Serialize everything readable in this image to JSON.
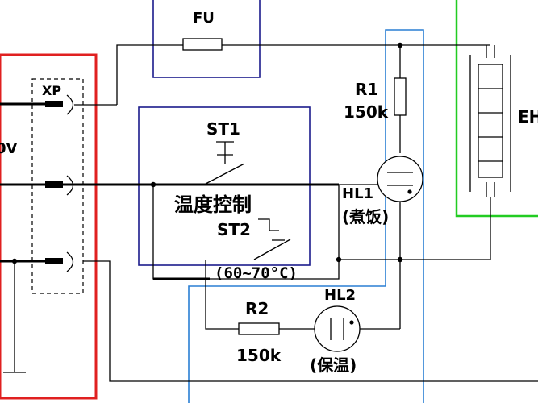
{
  "diagram": {
    "fuse_label": "FU",
    "socket_label": "XP",
    "voltage_label_partial": "0V",
    "st1_label": "ST1",
    "temp_control_label": "温度控制",
    "st2_label": "ST2",
    "st2_range": "(60~70°C)",
    "r1_label": "R1",
    "r1_value": "150k",
    "hl1_label": "HL1",
    "hl1_desc": "(煮饭)",
    "r2_label": "R2",
    "r2_value": "150k",
    "hl2_label": "HL2",
    "hl2_desc": "(保温)",
    "heater_label_partial": "EH"
  },
  "colors": {
    "red_box": "#e02020",
    "navy_box": "#1c1c8c",
    "blue_box": "#2a7fd4",
    "green_box": "#22cc22"
  }
}
